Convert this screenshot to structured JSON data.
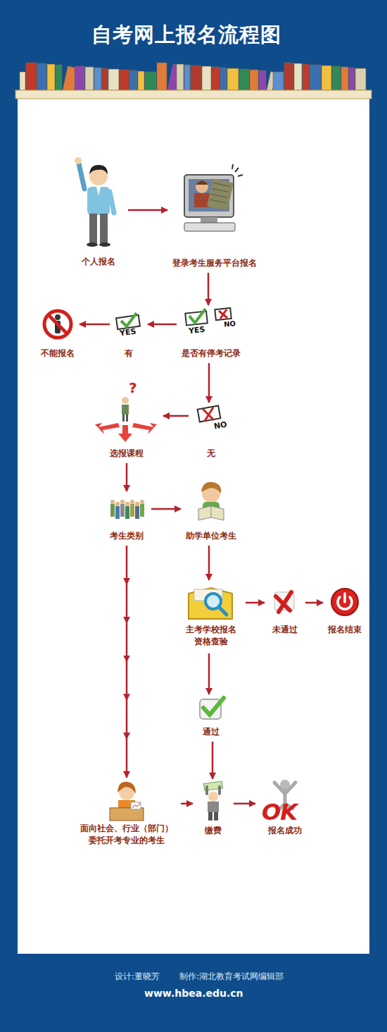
{
  "diagram": {
    "title": "自考网上报名流程图",
    "nodes": [
      {
        "text": [
          "个人报名"
        ]
      },
      {
        "text": [
          "登录考生服务平台报名"
        ]
      },
      {
        "text": [
          "是否有停考记录"
        ]
      },
      {
        "text": [
          "有"
        ]
      },
      {
        "text": [
          "不能报名"
        ]
      },
      {
        "text": [
          "无"
        ]
      },
      {
        "text": [
          "选报课程"
        ]
      },
      {
        "text": [
          "考生类别"
        ]
      },
      {
        "text": [
          "助学单位考生"
        ]
      },
      {
        "text": [
          "主考学校报名 资格查验"
        ]
      },
      {
        "text": [
          "未通过"
        ]
      },
      {
        "text": [
          "报名结束"
        ]
      },
      {
        "text": [
          "通过"
        ]
      },
      {
        "text": [
          "面向社会、行业（部门） 委托开考专业的考生"
        ]
      },
      {
        "text": [
          "缴费"
        ]
      },
      {
        "text": [
          "报名成功"
        ]
      }
    ],
    "edges": [
      {
        "from": 0,
        "to": 1,
        "arrow": "to"
      },
      {
        "from": 1,
        "to": 2,
        "arrow": "to"
      },
      {
        "from": 2,
        "to": 3,
        "arrow": "to"
      },
      {
        "from": 3,
        "to": 4,
        "arrow": "to"
      },
      {
        "from": 2,
        "to": 5,
        "arrow": "to"
      },
      {
        "from": 5,
        "to": 6,
        "arrow": "to"
      },
      {
        "from": 6,
        "to": 7,
        "arrow": "to"
      },
      {
        "from": 7,
        "to": 8,
        "arrow": "to"
      },
      {
        "from": 7,
        "to": 13,
        "arrow": "to"
      },
      {
        "from": 8,
        "to": 9,
        "arrow": "to"
      },
      {
        "from": 9,
        "to": 10,
        "arrow": "to"
      },
      {
        "from": 10,
        "to": 11,
        "arrow": "to"
      },
      {
        "from": 9,
        "to": 12,
        "arrow": "to"
      },
      {
        "from": 12,
        "to": 14,
        "arrow": "to"
      },
      {
        "from": 13,
        "to": 14,
        "arrow": "to"
      },
      {
        "from": 14,
        "to": 15,
        "arrow": "to"
      }
    ],
    "labels": [
      "YES",
      "YES",
      "NO",
      "NO",
      "OK",
      "设计:董晓芳",
      "制作:湖北教育考试网编辑部",
      "www.hbea.edu.cn"
    ]
  }
}
